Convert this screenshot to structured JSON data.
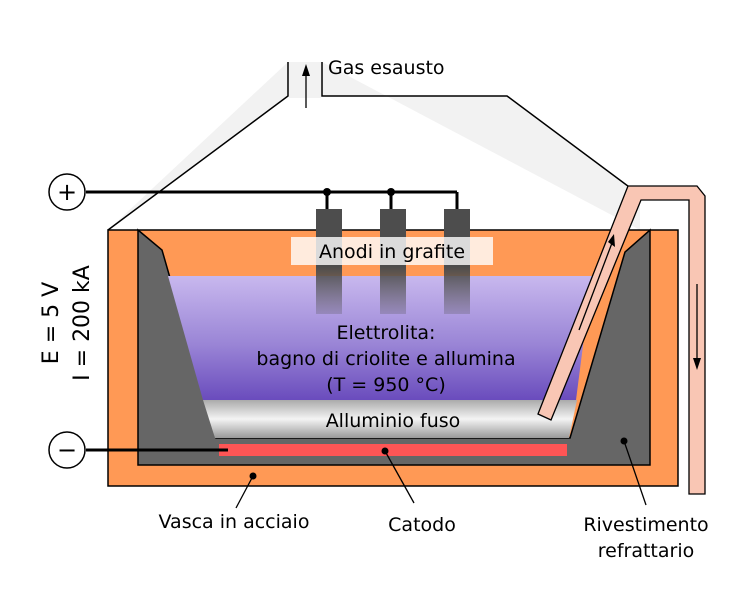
{
  "labels": {
    "gas": "Gas esausto",
    "anodes": "Anodi in grafite",
    "electrolyte_line1": "Elettrolita:",
    "electrolyte_line2": "bagno di criolite e allumina",
    "electrolyte_line3": "(T = 950 °C)",
    "molten": "Alluminio fuso",
    "tank": "Vasca in acciaio",
    "cathode": "Catodo",
    "lining_line1": "Rivestimento",
    "lining_line2": "refrattario",
    "voltage": "E = 5 V",
    "current": "I = 200 kA",
    "plus": "+",
    "minus": "−"
  },
  "colors": {
    "steel": "#ff9955",
    "refractory": "#666666",
    "electrolyte_top": "#c8b8ee",
    "electrolyte_bottom": "#6e4fbf",
    "aluminium": "#cccccc",
    "cathode": "#ff5555",
    "anode": "#4d4d4d",
    "hood": "#f2f2f2",
    "feed_pipe": "#f9c6b4"
  }
}
